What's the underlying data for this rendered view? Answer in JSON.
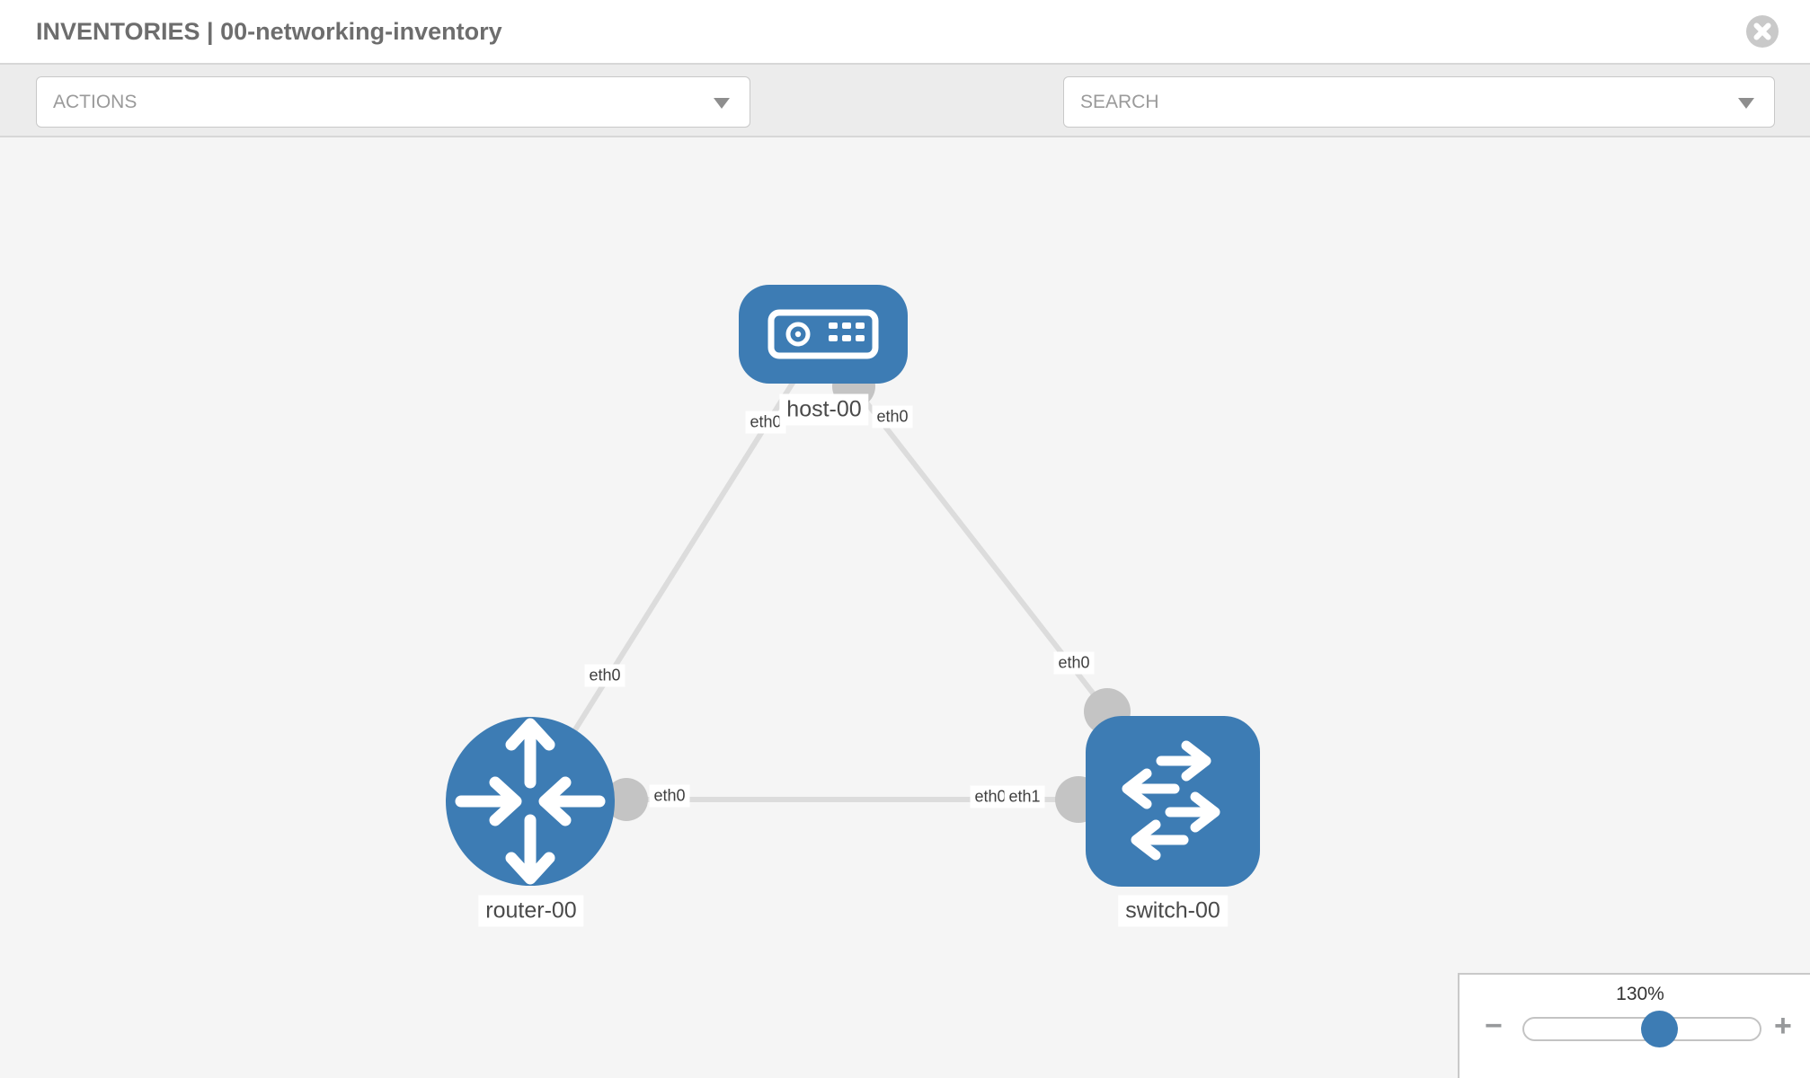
{
  "header": {
    "title": "INVENTORIES | 00-networking-inventory"
  },
  "toolbar": {
    "actions_label": "ACTIONS",
    "search_placeholder": "SEARCH",
    "icons": [
      "wrench-icon",
      "key-icon"
    ]
  },
  "topology": {
    "nodes": [
      {
        "id": "host-00",
        "label": "host-00",
        "type": "host"
      },
      {
        "id": "router-00",
        "label": "router-00",
        "type": "router"
      },
      {
        "id": "switch-00",
        "label": "switch-00",
        "type": "switch"
      }
    ],
    "links": [
      {
        "from": "host-00",
        "to": "router-00"
      },
      {
        "from": "host-00",
        "to": "switch-00"
      },
      {
        "from": "router-00",
        "to": "switch-00"
      }
    ],
    "interfaces": {
      "host_to_router": "eth0",
      "host_to_switch": "eth0",
      "router_to_host": "eth0",
      "switch_to_host": "eth0",
      "router_to_switch": "eth0",
      "switch_hidden": "eth0",
      "switch_to_router": "eth1"
    }
  },
  "zoom_control": {
    "value_label": "130%",
    "percent": 130,
    "minus_label": "−",
    "plus_label": "+"
  },
  "colors": {
    "node_blue": "#3d7cb4",
    "link_gray": "#dcdcdc",
    "connector_gray": "#c4c4c4",
    "toolbar_gray": "#ececec",
    "canvas_gray": "#f5f5f5"
  }
}
